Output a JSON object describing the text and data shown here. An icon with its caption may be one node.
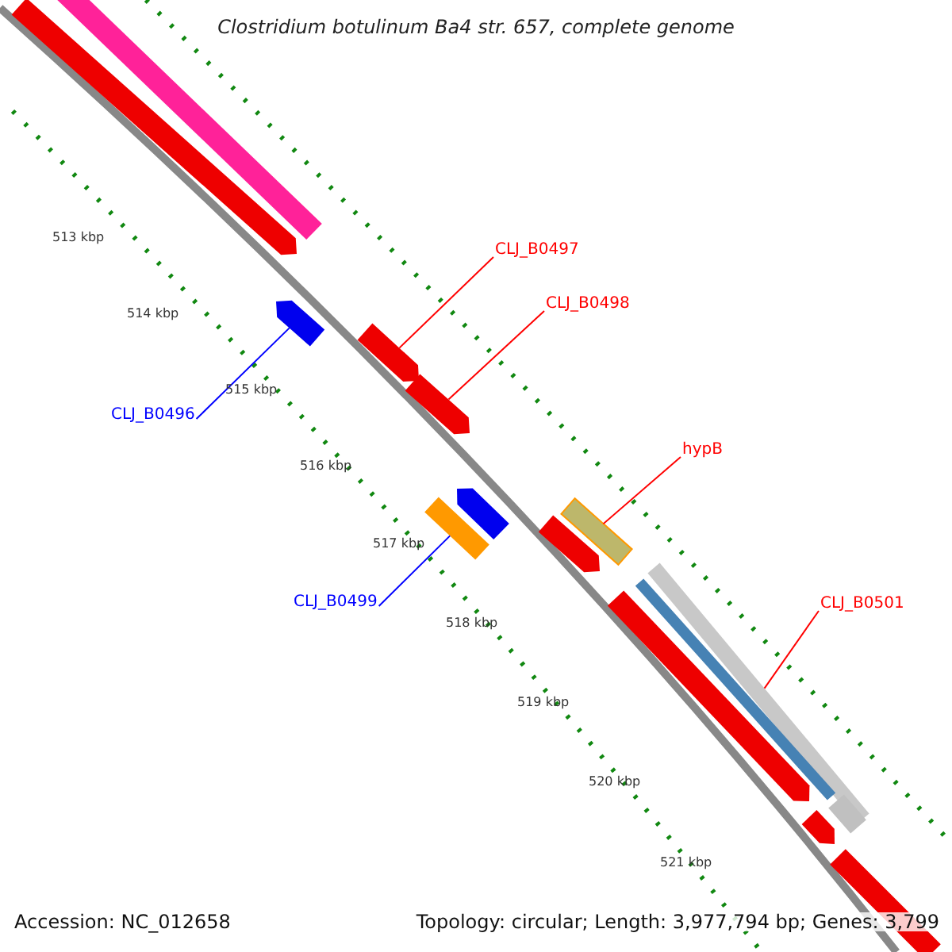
{
  "diagram": {
    "title": "Clostridium botulinum Ba4 str. 657, complete genome",
    "nodes": [
      {
        "text": [],
        "shape": "bar"
      },
      {
        "text": [],
        "shape": "bar"
      },
      {
        "text": [],
        "shape": "bar"
      },
      {
        "text": [
          "CLJ_B0497"
        ]
      },
      {
        "text": [],
        "shape": "bar"
      },
      {
        "text": [
          "CLJ_B0498"
        ]
      },
      {
        "text": [],
        "shape": "bar"
      },
      {
        "text": [
          "CLJ_B0496"
        ]
      },
      {
        "text": [
          "hypB"
        ]
      },
      {
        "text": [],
        "shape": "bar"
      },
      {
        "text": [],
        "shape": "bar"
      },
      {
        "text": [],
        "shape": "bar"
      },
      {
        "text": [],
        "shape": "bar"
      },
      {
        "text": [
          "CLJ_B0499"
        ]
      },
      {
        "text": [],
        "shape": "bar"
      },
      {
        "text": [],
        "shape": "bar"
      },
      {
        "text": [
          "CLJ_B0501"
        ]
      },
      {
        "text": [],
        "shape": "bar"
      },
      {
        "text": [],
        "shape": "bar"
      },
      {
        "text": [],
        "shape": "bar"
      },
      {
        "text": [],
        "shape": "bar"
      }
    ],
    "edges": [
      {
        "from": 3,
        "to": 4,
        "arrow": "none"
      },
      {
        "from": 5,
        "to": 6,
        "arrow": "none"
      },
      {
        "from": 7,
        "to": 2,
        "arrow": "none",
        "color": "#0000ff"
      },
      {
        "from": 8,
        "to": 11,
        "arrow": "none"
      },
      {
        "from": 13,
        "to": 10,
        "arrow": "none",
        "color": "#0000ff"
      },
      {
        "from": 16,
        "to": 14,
        "arrow": "none"
      }
    ],
    "labels": [
      "513 kbp",
      "514 kbp",
      "515 kbp",
      "516 kbp",
      "517 kbp",
      "518 kbp",
      "519 kbp",
      "520 kbp",
      "521 kbp",
      "Accession: NC_012658",
      "Topology: circular; Length: 3,977,794 bp; Genes: 3,799"
    ]
  }
}
